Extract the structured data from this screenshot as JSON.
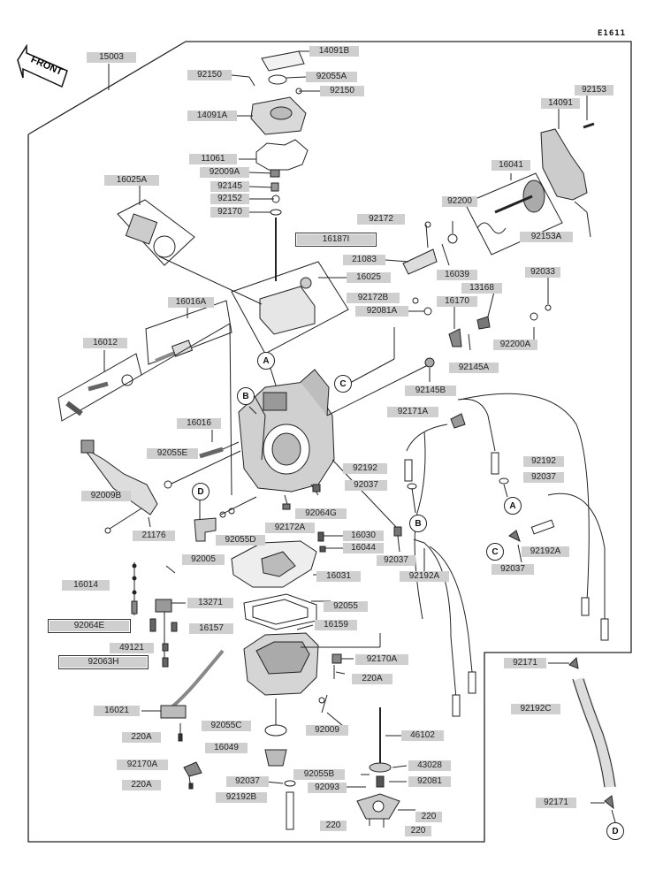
{
  "diagram_code": "E1611",
  "front_label": "FRONT",
  "callouts": {
    "a": "A",
    "b": "B",
    "c": "C",
    "d": "D"
  },
  "parts": {
    "p15003": "15003",
    "p14091B": "14091B",
    "p92150a": "92150",
    "p92055A": "92055A",
    "p92150b": "92150",
    "p14091A": "14091A",
    "p11061": "11061",
    "p92009A": "92009A",
    "p92145": "92145",
    "p92152": "92152",
    "p92170": "92170",
    "p16187I": "16187I",
    "p16025A": "16025A",
    "p16025": "16025",
    "p16016A": "16016A",
    "p16012": "16012",
    "p16016": "16016",
    "p92055E": "92055E",
    "p92009B": "92009B",
    "p21176": "21176",
    "p92005": "92005",
    "p92055D": "92055D",
    "p92172A": "92172A",
    "p92064G": "92064G",
    "p16030": "16030",
    "p16044": "16044",
    "p16031": "16031",
    "p16014": "16014",
    "p13271": "13271",
    "p92064E": "92064E",
    "p16157": "16157",
    "p49121": "49121",
    "p92063H": "92063H",
    "p92055": "92055",
    "p16159": "16159",
    "p92170A": "92170A",
    "p220A_r": "220A",
    "p16021": "16021",
    "p92055C": "92055C",
    "p92009": "92009",
    "p220A_a": "220A",
    "p16049": "16049",
    "p92170A_b": "92170A",
    "p220A_b": "220A",
    "p92055B": "92055B",
    "p92037_b": "92037",
    "p92093": "92093",
    "p92192B": "92192B",
    "p46102": "46102",
    "p43028": "43028",
    "p92081": "92081",
    "p220_a": "220",
    "p220_b": "220",
    "p220_c": "220",
    "p92153": "92153",
    "p14091": "14091",
    "p16041": "16041",
    "p92200": "92200",
    "p92172": "92172",
    "p92153A": "92153A",
    "p21083": "21083",
    "p16039": "16039",
    "p92033": "92033",
    "p92172B": "92172B",
    "p13168": "13168",
    "p16170": "16170",
    "p92081A": "92081A",
    "p92200A": "92200A",
    "p92145A": "92145A",
    "p92145B": "92145B",
    "p92171A": "92171A",
    "p92192": "92192",
    "p92192_r": "92192",
    "p92037": "92037",
    "p92037_r": "92037",
    "p92192A": "92192A",
    "p92037_c": "92037",
    "p92037_m": "92037",
    "p92192A_m": "92192A",
    "p92171": "92171",
    "p92192C": "92192C",
    "p92171_b": "92171"
  }
}
